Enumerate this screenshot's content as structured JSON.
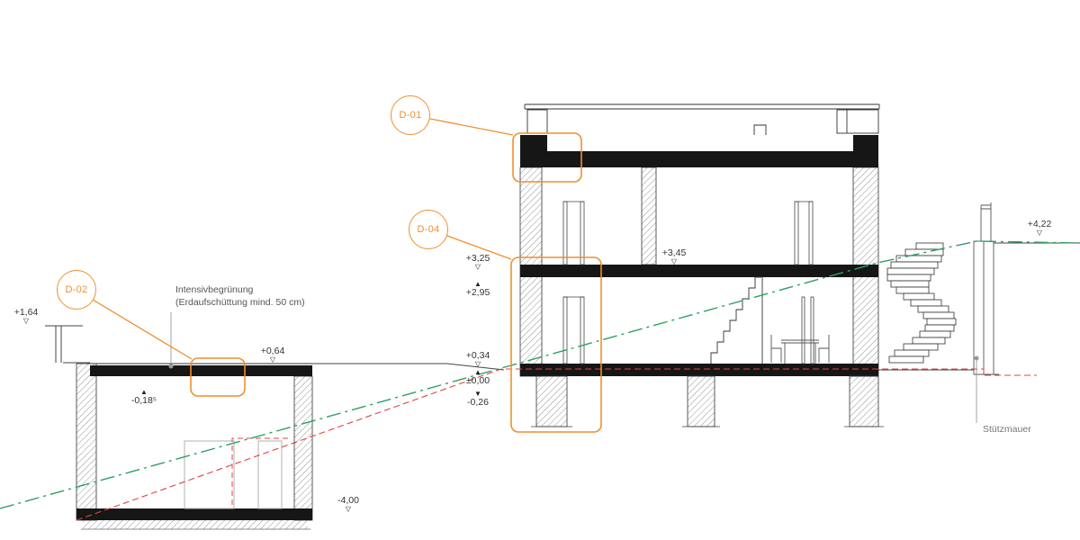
{
  "meta": {
    "drawing_type": "architectural-section"
  },
  "colors": {
    "accent": "#EE8F2E",
    "terrain_line_green": "#2FA066",
    "existing_line_red": "#E04343",
    "leader_gray": "#999999",
    "ink": "#161616"
  },
  "glyphs": {
    "tri_open": "▽",
    "tri_up": "▲",
    "tri_down": "▼"
  },
  "detail_markers": [
    {
      "label": "D-01"
    },
    {
      "label": "D-02"
    },
    {
      "label": "D-04"
    }
  ],
  "elevations": {
    "left_terrain": "+1,64",
    "garage_top": "+0,64",
    "garage_inside": "-0,18⁵",
    "upper_slab_top": "+3,25",
    "upper_slab_bottom": "+2,95",
    "entry_level": "+0,34",
    "zero_level": "±0,00",
    "below_zero": "-0,26",
    "first_floor": "+3,45",
    "right_terrain": "+4,22",
    "basement_floor": "-4,00"
  },
  "annotations": {
    "green_roof_line1": "Intensivbegrünung",
    "green_roof_line2": "(Erdaufschüttung mind. 50 cm)",
    "retaining_wall": "Stützmauer"
  }
}
